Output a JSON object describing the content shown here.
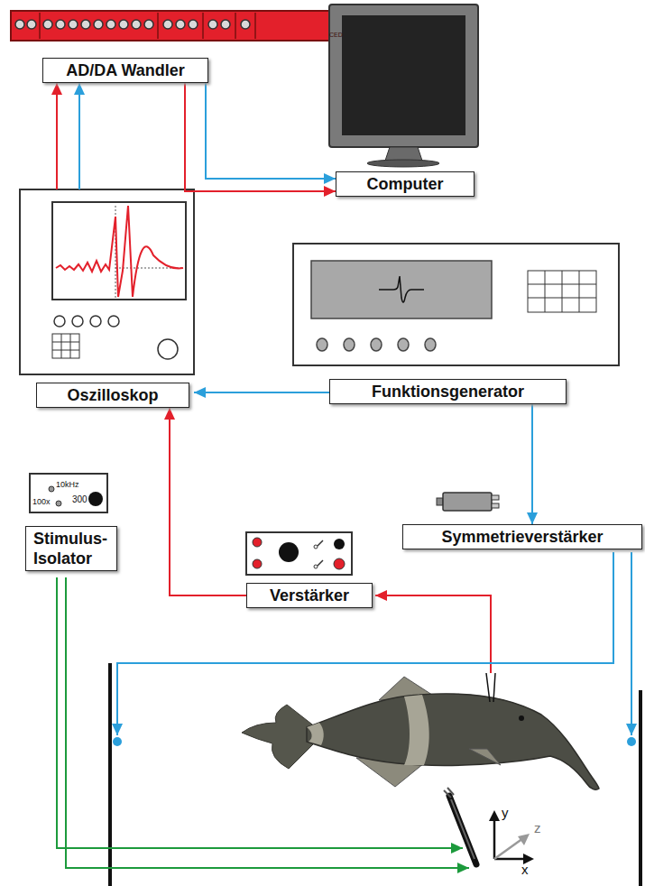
{
  "diagram": {
    "nodes": [
      {
        "text": [
          "AD/DA Wandler"
        ]
      },
      {
        "text": [
          "Computer"
        ]
      },
      {
        "text": [
          "Oszilloskop"
        ]
      },
      {
        "text": [
          "Funktionsgenerator"
        ]
      },
      {
        "text": [
          "Symmetrieverstärker"
        ]
      },
      {
        "text": [
          "Stimulus- Isolator"
        ]
      },
      {
        "text": [
          "Verstärker"
        ]
      }
    ],
    "edges": [
      {
        "from": 0,
        "to": 1,
        "arrow": "to"
      },
      {
        "from": 0,
        "to": 1,
        "arrow": "to"
      },
      {
        "from": 2,
        "to": 0,
        "arrow": "to"
      },
      {
        "from": 2,
        "to": 0,
        "arrow": "to"
      },
      {
        "from": 3,
        "to": 2,
        "arrow": "to"
      },
      {
        "from": 3,
        "to": 4,
        "arrow": "to"
      },
      {
        "from": 6,
        "to": 2,
        "arrow": "to"
      }
    ],
    "labels": [
      "CED",
      "10kHz",
      "100x",
      "300",
      "y",
      "z",
      "x"
    ]
  }
}
